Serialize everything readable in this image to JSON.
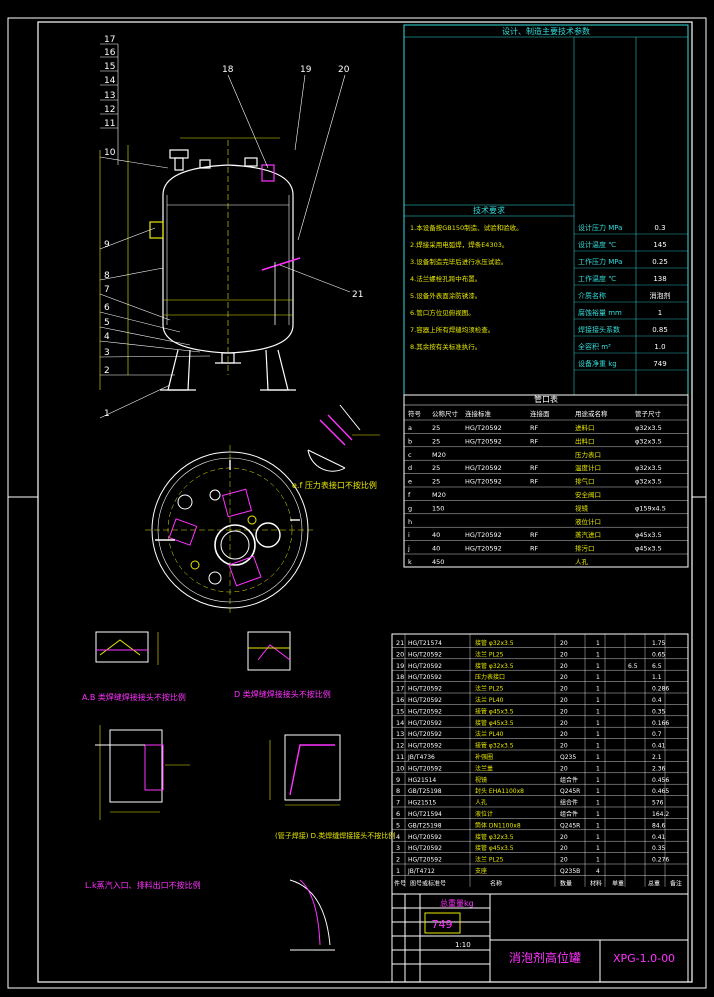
{
  "drawing": {
    "title": "消泡剂高位罐",
    "drawing_no": "XPG-1.0-00",
    "weight_label": "总重量kg",
    "weight_value": "749",
    "scale": "1:10"
  },
  "leader_numbers": [
    "17",
    "16",
    "15",
    "14",
    "13",
    "12",
    "11",
    "10",
    "9",
    "8",
    "7",
    "6",
    "5",
    "4",
    "3",
    "2",
    "1",
    "18",
    "19",
    "20",
    "21"
  ],
  "tech_table": {
    "header": "设计、制造主要技术参数",
    "rows": [
      {
        "label": "设计压力 MPa",
        "value": "0.3"
      },
      {
        "label": "设计温度 ℃",
        "value": "145"
      },
      {
        "label": "工作压力 MPa",
        "value": "0.25"
      },
      {
        "label": "工作温度 ℃",
        "value": "138"
      },
      {
        "label": "介质名称",
        "value": "消泡剂"
      },
      {
        "label": "腐蚀裕量 mm",
        "value": "1"
      },
      {
        "label": "焊接接头系数",
        "value": "0.85"
      },
      {
        "label": "全容积 m³",
        "value": "1.0"
      },
      {
        "label": "设备净重 kg",
        "value": "749"
      }
    ]
  },
  "requirements": {
    "header": "技术要求",
    "lines": [
      "1.本设备按GB150制造、试验和验收。",
      "2.焊接采用电弧焊，焊条E4303。",
      "3.设备制造完毕后进行水压试验。",
      "4.法兰螺栓孔跨中布置。",
      "5.设备外表面涂防锈漆。",
      "6.管口方位见俯视图。",
      "7.容器上所有焊缝均须检查。",
      "8.其余按有关标准执行。"
    ]
  },
  "nozzle_table": {
    "header": "管口表",
    "columns": [
      "符号",
      "公称尺寸",
      "连接标准",
      "连接面",
      "用途或名称",
      "管子尺寸"
    ],
    "rows": [
      {
        "sym": "a",
        "dn": "25",
        "std": "HG/T20592",
        "face": "RF",
        "use": "进料口",
        "pipe": "φ32x3.5"
      },
      {
        "sym": "b",
        "dn": "25",
        "std": "HG/T20592",
        "face": "RF",
        "use": "出料口",
        "pipe": "φ32x3.5"
      },
      {
        "sym": "c",
        "dn": "M20",
        "std": "",
        "face": "",
        "use": "压力表口",
        "pipe": ""
      },
      {
        "sym": "d",
        "dn": "25",
        "std": "HG/T20592",
        "face": "RF",
        "use": "温度计口",
        "pipe": "φ32x3.5"
      },
      {
        "sym": "e",
        "dn": "25",
        "std": "HG/T20592",
        "face": "RF",
        "use": "排气口",
        "pipe": "φ32x3.5"
      },
      {
        "sym": "f",
        "dn": "M20",
        "std": "",
        "face": "",
        "use": "安全阀口",
        "pipe": ""
      },
      {
        "sym": "g",
        "dn": "150",
        "std": "",
        "face": "",
        "use": "视镜",
        "pipe": "φ159x4.5"
      },
      {
        "sym": "h",
        "dn": "",
        "std": "",
        "face": "",
        "use": "液位计口",
        "pipe": ""
      },
      {
        "sym": "i",
        "dn": "40",
        "std": "HG/T20592",
        "face": "RF",
        "use": "蒸汽进口",
        "pipe": "φ45x3.5"
      },
      {
        "sym": "j",
        "dn": "40",
        "std": "HG/T20592",
        "face": "RF",
        "use": "排污口",
        "pipe": "φ45x3.5"
      },
      {
        "sym": "k",
        "dn": "450",
        "std": "",
        "face": "",
        "use": "人孔",
        "pipe": ""
      }
    ]
  },
  "parts_list": {
    "columns": [
      "件号",
      "图号或标准号",
      "名称",
      "数量",
      "材料",
      "单重",
      "总重",
      "备注"
    ],
    "rows": [
      {
        "no": "21",
        "std": "HG/T21574",
        "name": "接管 φ32x3.5",
        "qty": "1",
        "mat": "20",
        "w": "",
        "tw": "1.75",
        "note": ""
      },
      {
        "no": "20",
        "std": "HG/T20592",
        "name": "法兰 PL25",
        "qty": "1",
        "mat": "20",
        "w": "",
        "tw": "0.65",
        "note": ""
      },
      {
        "no": "19",
        "std": "HG/T20592",
        "name": "接管 φ32x3.5",
        "qty": "1",
        "mat": "20",
        "w": "6.5",
        "tw": "6.5",
        "note": ""
      },
      {
        "no": "18",
        "std": "HG/T20592",
        "name": "压力表接口",
        "qty": "1",
        "mat": "20",
        "w": "",
        "tw": "1.1",
        "note": ""
      },
      {
        "no": "17",
        "std": "HG/T20592",
        "name": "法兰 PL25",
        "qty": "1",
        "mat": "20",
        "w": "",
        "tw": "0.286",
        "note": ""
      },
      {
        "no": "16",
        "std": "HG/T20592",
        "name": "法兰 PL40",
        "qty": "1",
        "mat": "20",
        "w": "",
        "tw": "0.4",
        "note": ""
      },
      {
        "no": "15",
        "std": "HG/T20592",
        "name": "接管 φ45x3.5",
        "qty": "1",
        "mat": "20",
        "w": "",
        "tw": "0.35",
        "note": ""
      },
      {
        "no": "14",
        "std": "HG/T20592",
        "name": "接管 φ45x3.5",
        "qty": "1",
        "mat": "20",
        "w": "",
        "tw": "0.166",
        "note": ""
      },
      {
        "no": "13",
        "std": "HG/T20592",
        "name": "法兰 PL40",
        "qty": "1",
        "mat": "20",
        "w": "",
        "tw": "0.7",
        "note": ""
      },
      {
        "no": "12",
        "std": "HG/T20592",
        "name": "接管 φ32x3.5",
        "qty": "1",
        "mat": "20",
        "w": "",
        "tw": "0.41",
        "note": ""
      },
      {
        "no": "11",
        "std": "JB/T4736",
        "name": "补强圈",
        "qty": "1",
        "mat": "Q235",
        "w": "",
        "tw": "2.1",
        "note": ""
      },
      {
        "no": "10",
        "std": "HG/T20592",
        "name": "法兰盖",
        "qty": "1",
        "mat": "20",
        "w": "",
        "tw": "2.36",
        "note": ""
      },
      {
        "no": "9",
        "std": "HG21514",
        "name": "视镜",
        "qty": "1",
        "mat": "组合件",
        "w": "",
        "tw": "0.456",
        "note": ""
      },
      {
        "no": "8",
        "std": "GB/T25198",
        "name": "封头 EHA1100x8",
        "qty": "1",
        "mat": "Q245R",
        "w": "",
        "tw": "0.465",
        "note": ""
      },
      {
        "no": "7",
        "std": "HG21515",
        "name": "人孔",
        "qty": "1",
        "mat": "组合件",
        "w": "",
        "tw": "576",
        "note": ""
      },
      {
        "no": "6",
        "std": "HG/T21594",
        "name": "液位计",
        "qty": "1",
        "mat": "组合件",
        "w": "",
        "tw": "164.2",
        "note": ""
      },
      {
        "no": "5",
        "std": "GB/T25198",
        "name": "筒体 DN1100x8",
        "qty": "1",
        "mat": "Q245R",
        "w": "",
        "tw": "84.6",
        "note": ""
      },
      {
        "no": "4",
        "std": "HG/T20592",
        "name": "接管 φ32x3.5",
        "qty": "1",
        "mat": "20",
        "w": "",
        "tw": "0.41",
        "note": ""
      },
      {
        "no": "3",
        "std": "HG/T20592",
        "name": "接管 φ45x3.5",
        "qty": "1",
        "mat": "20",
        "w": "",
        "tw": "0.35",
        "note": ""
      },
      {
        "no": "2",
        "std": "HG/T20592",
        "name": "法兰 PL25",
        "qty": "1",
        "mat": "20",
        "w": "",
        "tw": "0.276",
        "note": ""
      },
      {
        "no": "1",
        "std": "JB/T4712",
        "name": "支座",
        "qty": "4",
        "mat": "Q235B",
        "w": "",
        "tw": "",
        "note": ""
      }
    ]
  },
  "views": {
    "top_view_caption": "e.f 压力表接口不按比例",
    "detail_a_caption": "A.B 类焊缝焊接接头不按比例",
    "detail_d_caption": "D 类焊缝焊接接头不按比例",
    "detail_l_caption": "L.k蒸汽入口、排料出口不按比例",
    "detail_mid_caption": "(管子焊接) D.类焊缝焊接接头不按比例"
  },
  "colors": {
    "background": "#000000",
    "line": "#ffffff",
    "annotation": "#e8e800",
    "highlight": "#ff33ff",
    "table": "#33dddd"
  }
}
